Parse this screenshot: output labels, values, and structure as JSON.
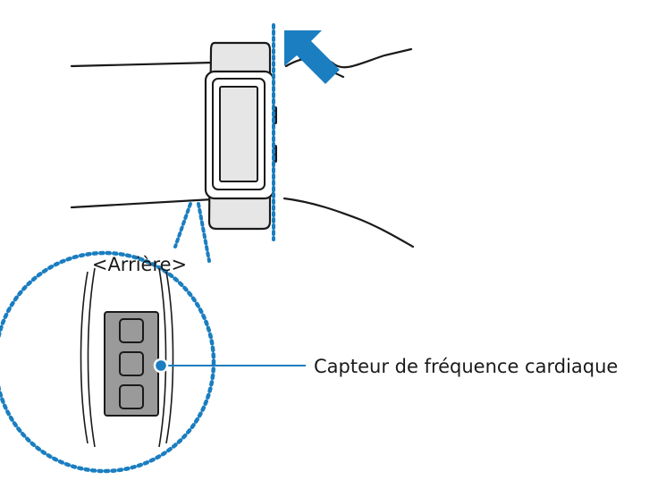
{
  "figure": {
    "back_label": "<Arrière>",
    "sensor_label": "Capteur de fréquence cardiaque"
  },
  "colors": {
    "accent": "#1a7ec0",
    "line": "#1a1a1a",
    "band_fill": "#e6e6e6",
    "sensor_fill": "#9a9a9a"
  },
  "icons": [
    "arrow-icon",
    "wrist-outline",
    "band-illustration",
    "sensor-module",
    "magnifier-circle"
  ]
}
